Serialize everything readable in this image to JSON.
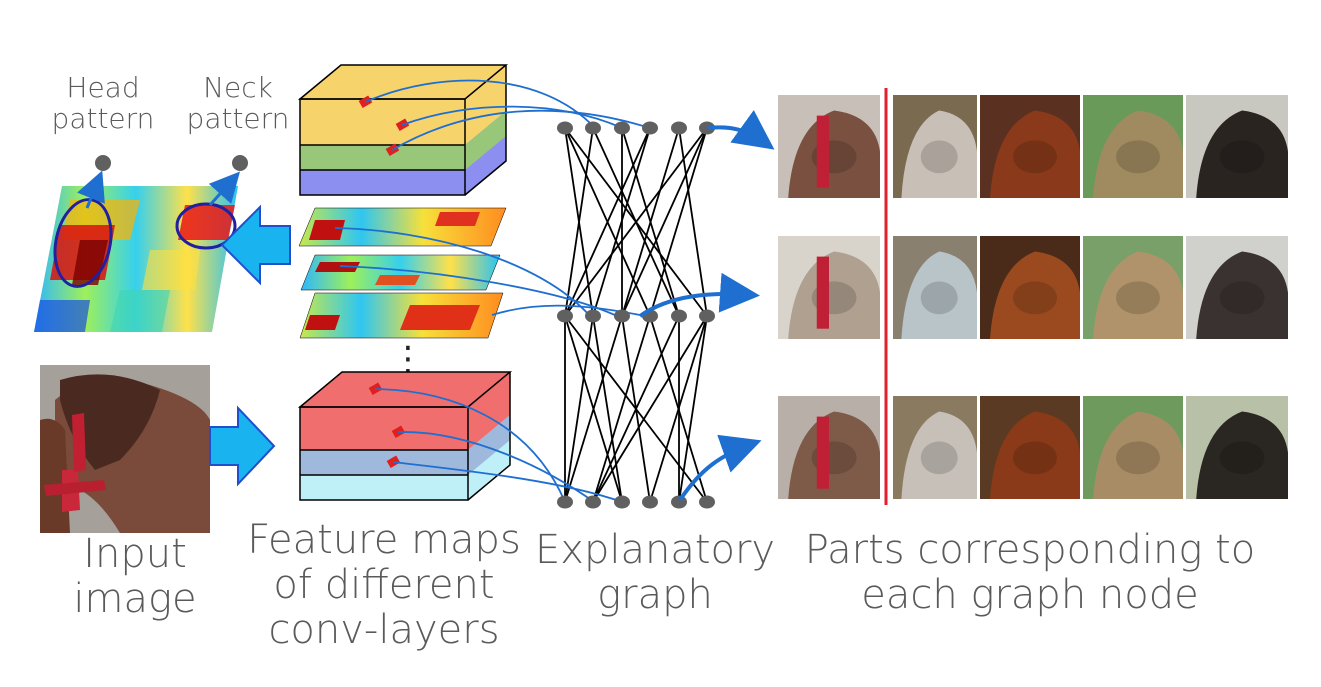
{
  "labels": {
    "head_pattern": [
      "Head",
      "pattern"
    ],
    "neck_pattern": [
      "Neck",
      "pattern"
    ],
    "input_image": [
      "Input",
      "image"
    ],
    "feature_maps": [
      "Feature maps",
      "of different",
      "conv-layers"
    ],
    "explanatory_graph": [
      "Explanatory",
      "graph"
    ],
    "parts": [
      "Parts corresponding to",
      "each graph node"
    ]
  },
  "ellipsis": "⋮",
  "colors": {
    "arrow_fill": "#19b3f0",
    "arrow_stroke": "#1f4fcf",
    "curve": "#1f6fd0",
    "node": "#606060",
    "divider": "#e0202a",
    "layer_yellow": "#f7d36c",
    "layer_green": "#98c77a",
    "layer_blue": "#8c8ff0",
    "layer_red": "#f06e6e",
    "layer_steel": "#9fb9dc",
    "layer_cyan": "#bff0f8",
    "activation": "#e02020"
  },
  "patch_rows": [
    [
      "horse-head-bridle",
      "white-horse-statue-head",
      "chestnut-horse-mouth",
      "tan-horse-muzzle",
      "black-horse-muzzle"
    ],
    [
      "brown-horse-ear",
      "white-horse-ears",
      "chestnut-horse-ears",
      "tan-foal-ears",
      "black-horse-ears"
    ],
    [
      "horse-cheek-bridle",
      "white-statue-face",
      "chestnut-horse-eye",
      "tan-horse-eye",
      "black-horse-eye"
    ]
  ]
}
